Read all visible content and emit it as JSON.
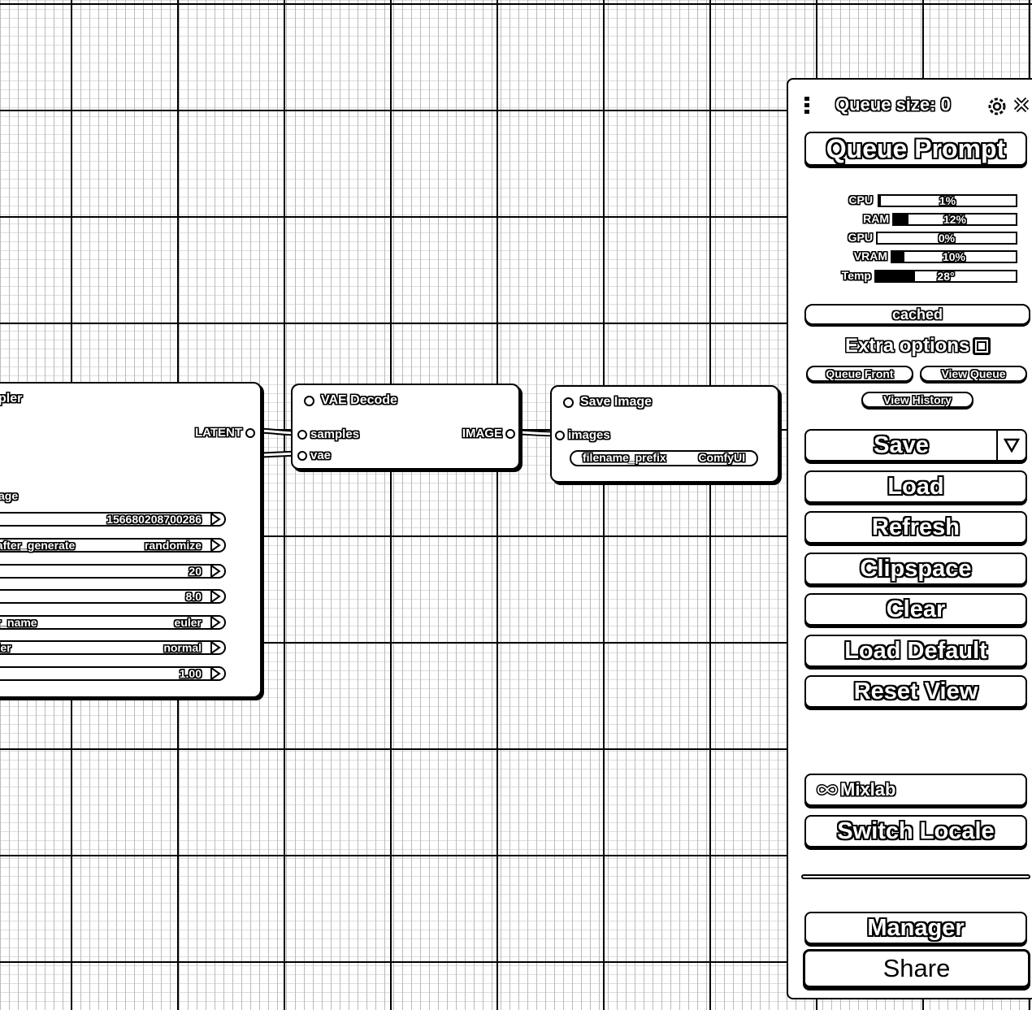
{
  "nodes": {
    "ksampler": {
      "title_fragment": "pler",
      "output_label": "LATENT",
      "input_fragment": "age",
      "widgets": [
        {
          "label": "",
          "value": "156680208700286"
        },
        {
          "label": "_after_generate",
          "value": "randomize"
        },
        {
          "label": "",
          "value": "20"
        },
        {
          "label": "",
          "value": "8.0"
        },
        {
          "label": "er_name",
          "value": "euler"
        },
        {
          "label": "uler",
          "value": "normal"
        },
        {
          "label": "e",
          "value": "1.00"
        }
      ]
    },
    "vae_decode": {
      "title": "VAE Decode",
      "inputs": [
        "samples",
        "vae"
      ],
      "output": "IMAGE"
    },
    "save_image": {
      "title": "Save Image",
      "input": "images",
      "widget": {
        "label": "filename_prefix",
        "value": "ComfyUI"
      }
    }
  },
  "menu": {
    "queue_size": "Queue size: 0",
    "queue_prompt": "Queue Prompt",
    "monitor": [
      {
        "label": "CPU",
        "value": "1%",
        "level": 0.01
      },
      {
        "label": "RAM",
        "value": "12%",
        "level": 0.12
      },
      {
        "label": "GPU",
        "value": "0%",
        "level": 0.0
      },
      {
        "label": "VRAM",
        "value": "10%",
        "level": 0.1
      },
      {
        "label": "Temp",
        "value": "28°",
        "level": 0.28
      }
    ],
    "cached": "cached",
    "extra_options": "Extra options",
    "queue_front": "Queue Front",
    "view_queue": "View Queue",
    "view_history": "View History",
    "save": "Save",
    "load": "Load",
    "refresh": "Refresh",
    "clipspace": "Clipspace",
    "clear": "Clear",
    "load_default": "Load Default",
    "reset_view": "Reset View",
    "mixlab": "Mixlab",
    "switch_locale": "Switch Locale",
    "manager": "Manager",
    "share": "Share"
  },
  "icons": {
    "drag": "drag-handle-icon",
    "settings": "gear-icon",
    "close": "close-icon",
    "dropdown": "triangle-down-icon",
    "mixlab": "infinity-icon"
  }
}
